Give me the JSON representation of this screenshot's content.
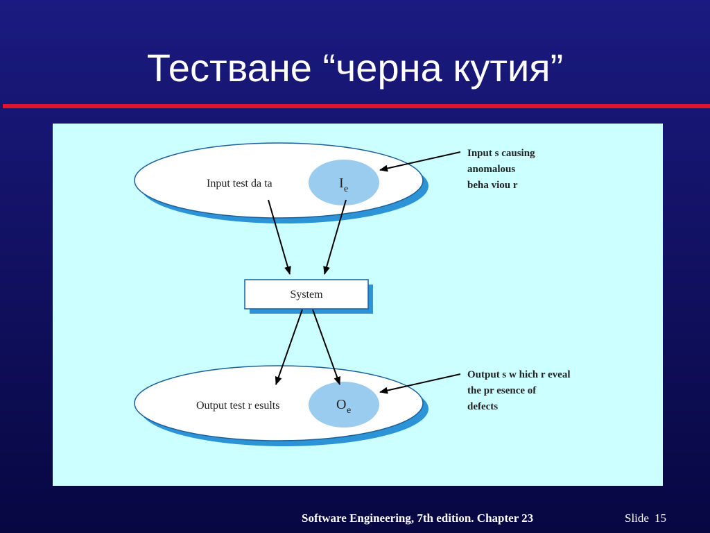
{
  "slide": {
    "title": "Тестване “черна кутия”",
    "footer_book": "Software Engineering, 7th edition. Chapter 23",
    "footer_slide_label": "Slide",
    "footer_slide_number": "15"
  },
  "diagram": {
    "input_label": "Input test da  ta",
    "input_error_main": "I",
    "input_error_sub": "e",
    "system_label": "System",
    "output_label": "Output test r esults",
    "output_error_main": "O",
    "output_error_sub": "e",
    "inputs_note": [
      "Input s causing",
      "anomalous",
      "beha viou r"
    ],
    "outputs_note": [
      "Output s w   hich r eveal",
      "the pr esence of",
      "defects"
    ]
  },
  "colors": {
    "background_top": "#1b1a80",
    "background_bottom": "#070742",
    "accent_rule": "#e0142a",
    "diagram_background": "#ccffff",
    "ellipse_shadow": "#2b93d6",
    "error_circle": "#99ccee"
  }
}
